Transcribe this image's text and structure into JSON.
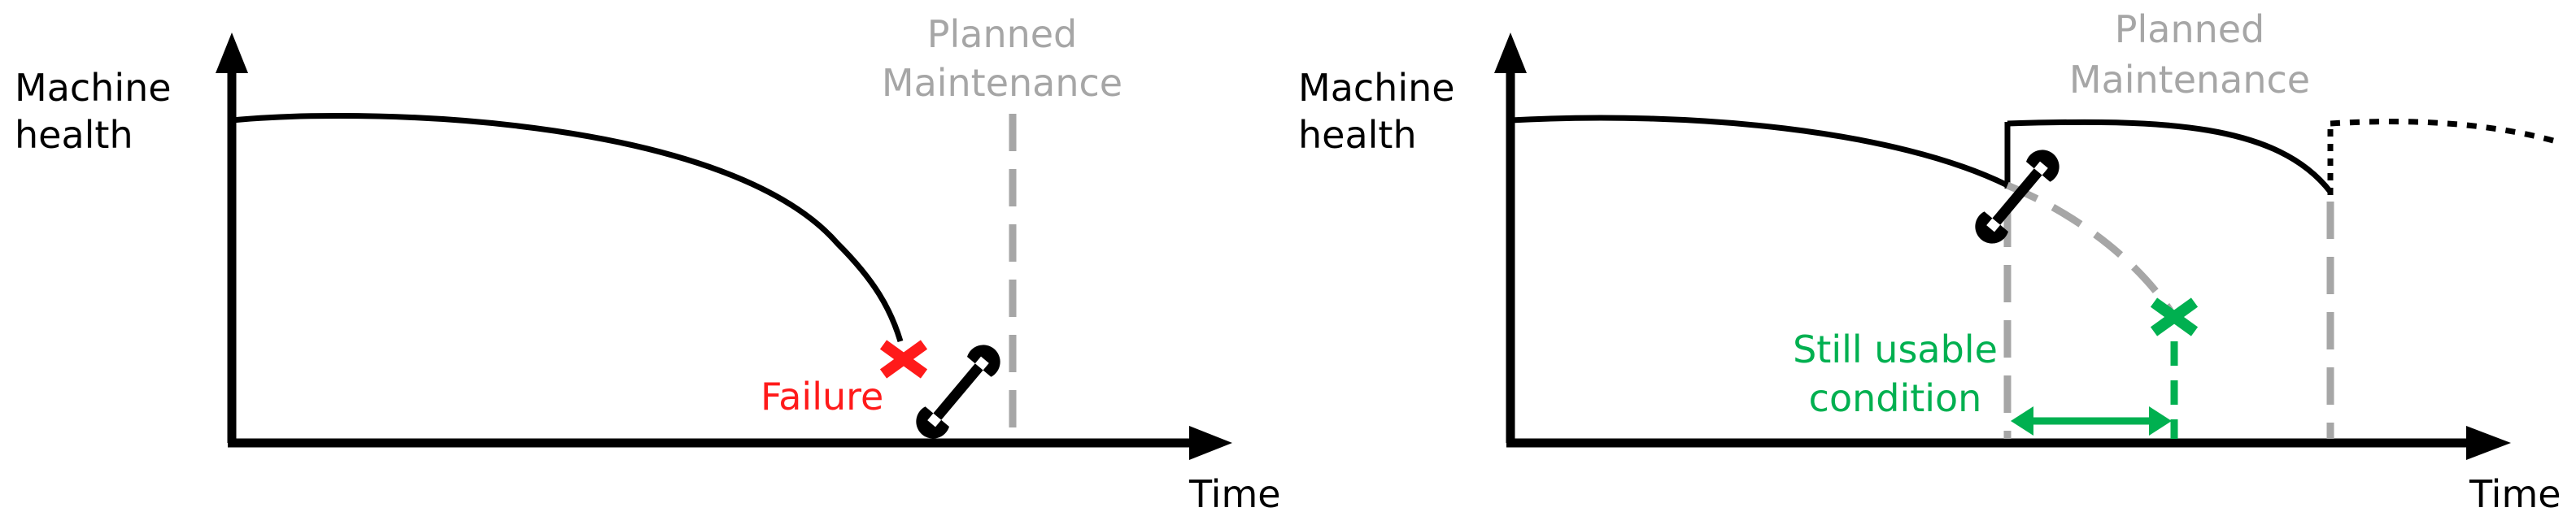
{
  "left_panel": {
    "y_axis_label_line1": "Machine",
    "y_axis_label_line2": "health",
    "x_axis_label": "Time",
    "maintenance_label_line1": "Planned",
    "maintenance_label_line2": "Maintenance",
    "failure_label": "Failure"
  },
  "right_panel": {
    "y_axis_label_line1": "Machine",
    "y_axis_label_line2": "health",
    "x_axis_label": "Time",
    "maintenance_label_line1": "Planned",
    "maintenance_label_line2": "Maintenance",
    "usable_label_line1": "Still usable",
    "usable_label_line2": "condition"
  },
  "colors": {
    "curve": "#000000",
    "maintenance_line": "#a6a6a6",
    "failure": "#ff1a1a",
    "usable": "#00b050"
  },
  "icons": [
    "wrench-icon",
    "cross-icon"
  ]
}
